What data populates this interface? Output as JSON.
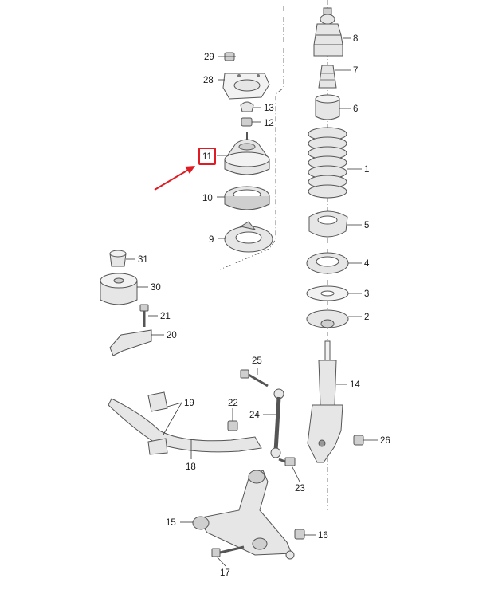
{
  "highlight": {
    "part": "11",
    "color": "#e01b24"
  },
  "labels": [
    "1",
    "2",
    "3",
    "4",
    "5",
    "6",
    "7",
    "8",
    "9",
    "10",
    "11",
    "12",
    "13",
    "14",
    "15",
    "16",
    "17",
    "18",
    "19",
    "20",
    "21",
    "22",
    "23",
    "24",
    "25",
    "26",
    "28",
    "29",
    "30",
    "31"
  ]
}
